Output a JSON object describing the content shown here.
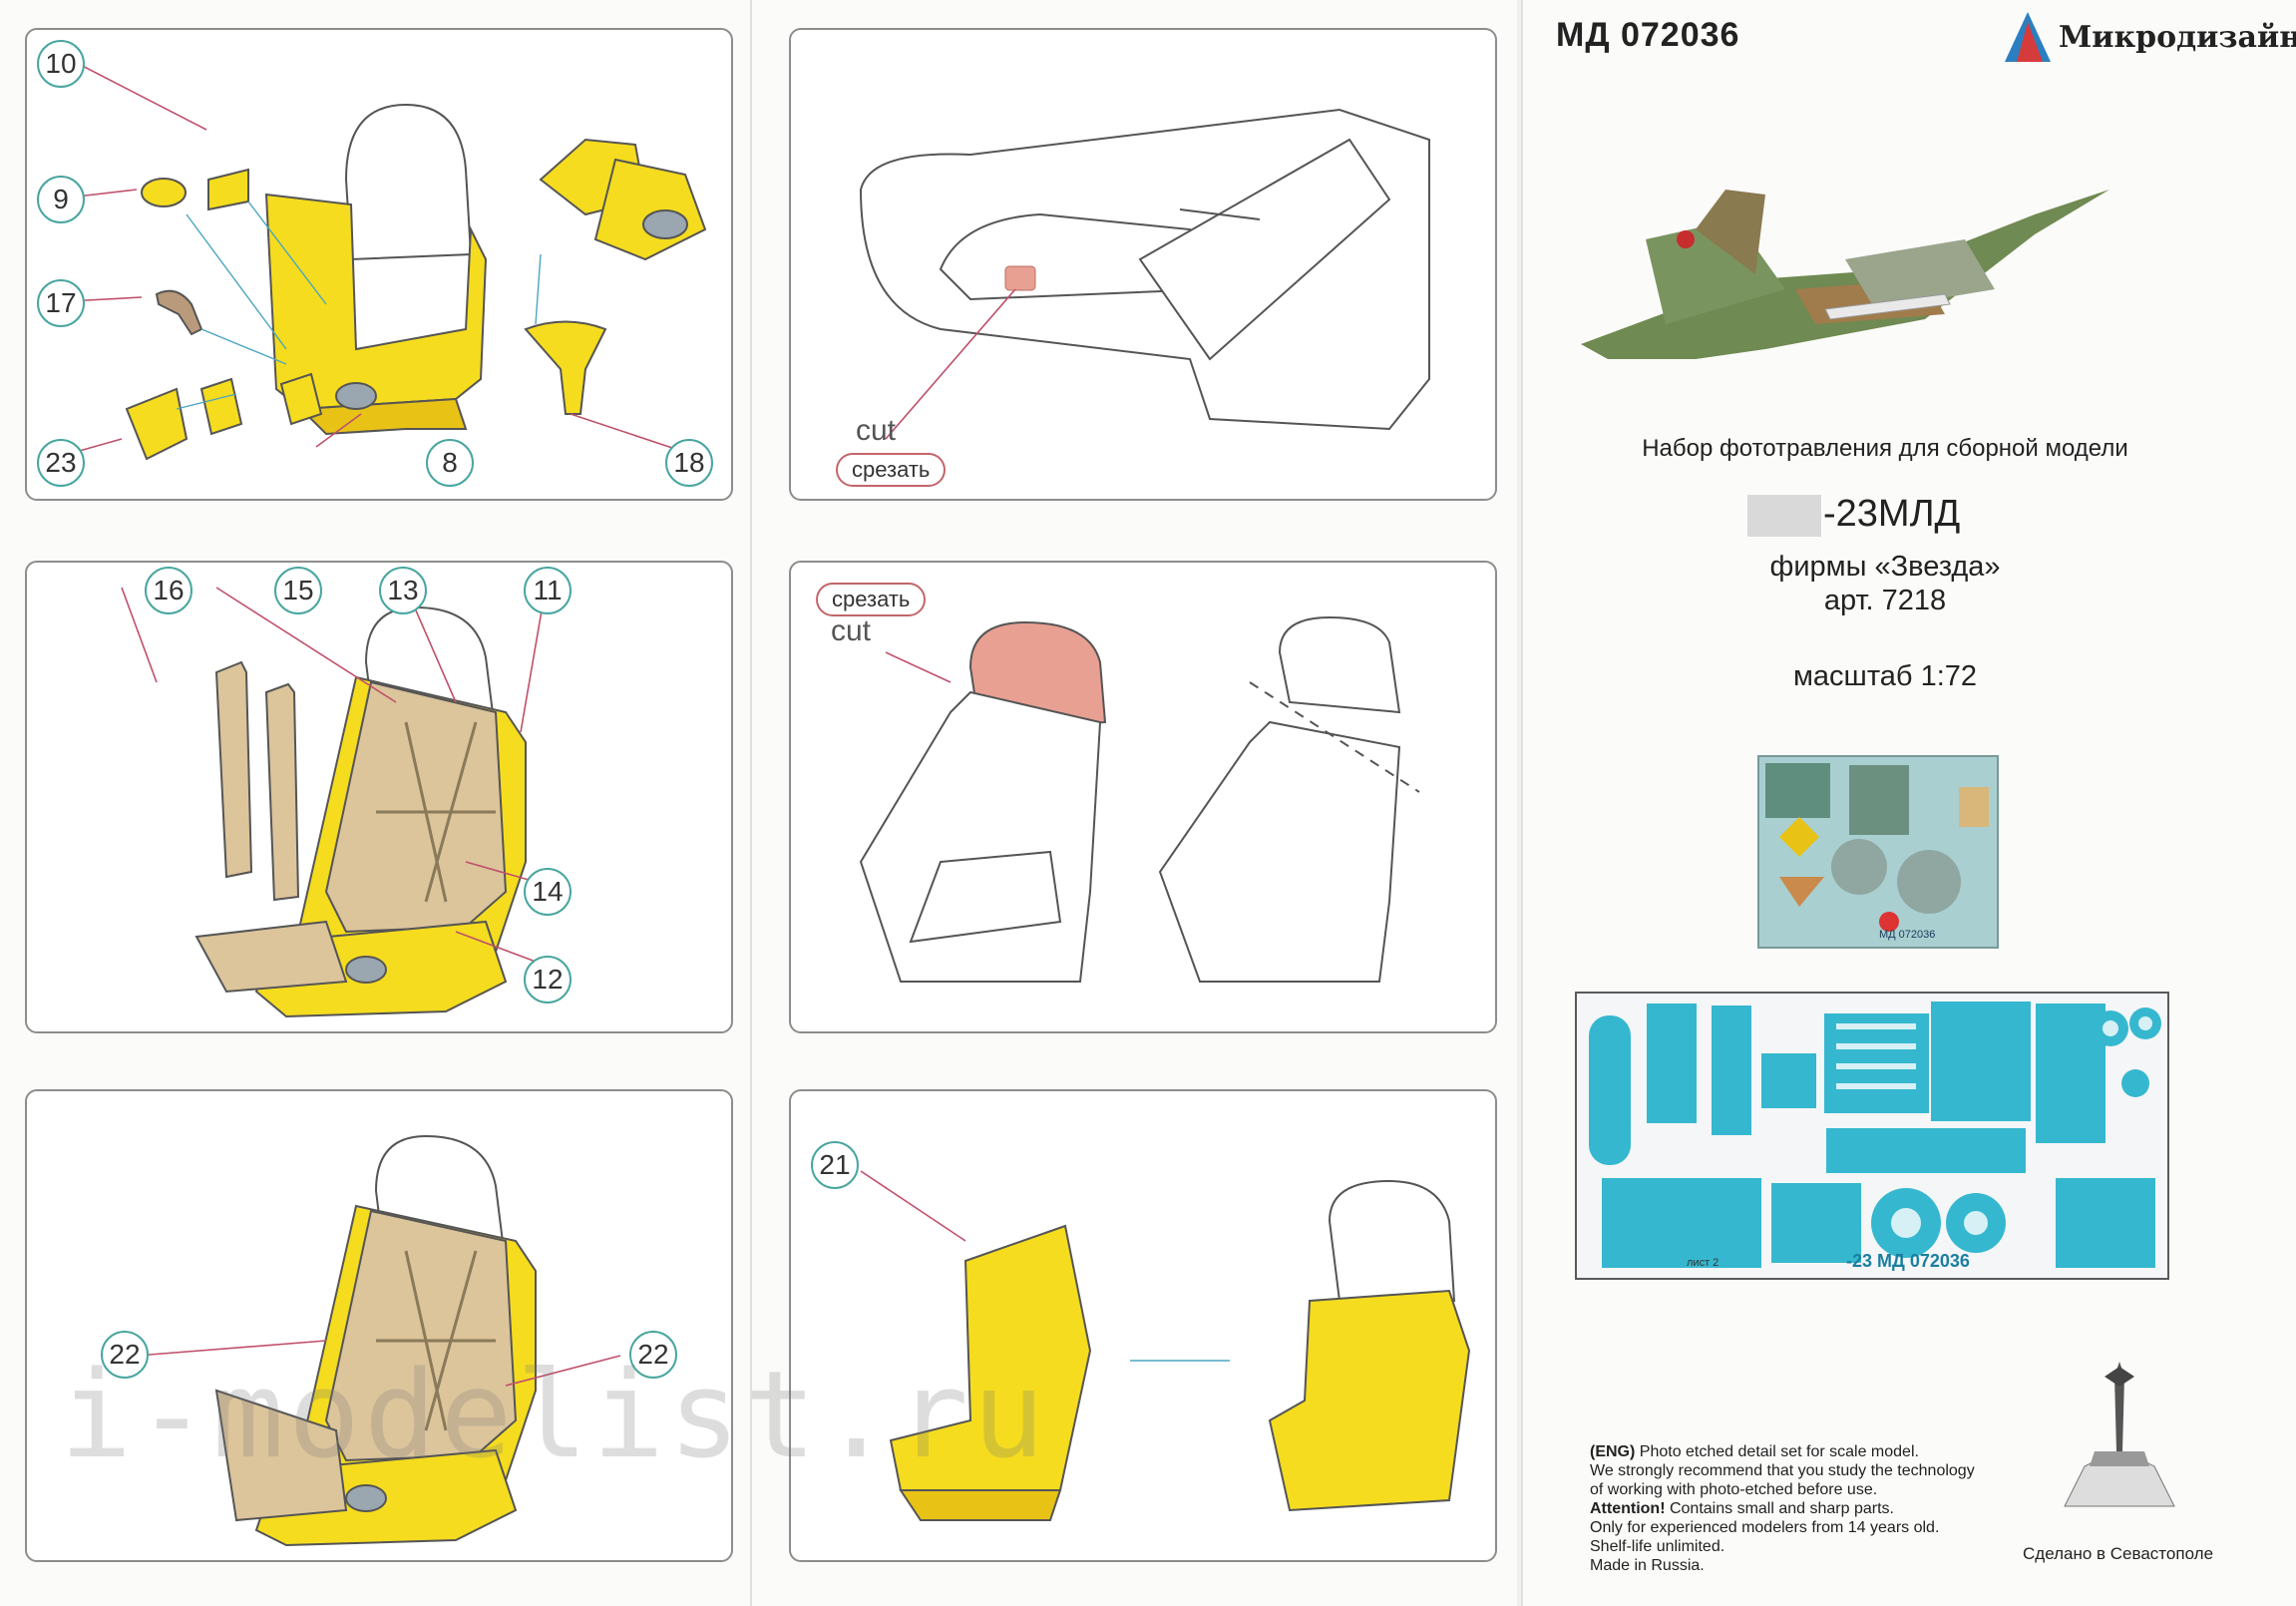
{
  "header": {
    "catalog_no": "МД 072036",
    "brand": "Микродизайн"
  },
  "product": {
    "description": "Набор фототравления для сборной модели",
    "model_name": "-23МЛД",
    "maker": "фирмы «Звезда»",
    "article": "арт. 7218",
    "scale": "масштаб 1:72"
  },
  "fret_labels": {
    "small_code": "МД 072036",
    "large_code": "-23 МД 072036",
    "sheet_note": "лист 2"
  },
  "colors": {
    "seat_yellow": "#f5dc1e",
    "belt_tan": "#dcc49b",
    "cut_red": "#e8a093",
    "fret_cyan": "#35b8cf",
    "callout_teal": "#49a6a0"
  },
  "steps": {
    "step1": {
      "callouts": [
        "10",
        "9",
        "17",
        "23",
        "8",
        "18"
      ]
    },
    "step2": {
      "callouts": [
        "16",
        "15",
        "13",
        "11",
        "14",
        "12"
      ]
    },
    "step3": {
      "callouts": [
        "22",
        "22"
      ]
    },
    "step4": {
      "cut_en": "cut",
      "cut_ru": "срезать"
    },
    "step5": {
      "cut_ru": "срезать",
      "cut_en": "cut"
    },
    "step6": {
      "callouts": [
        "21"
      ]
    }
  },
  "notes": {
    "eng_tag": "(ENG)",
    "line1": " Photo etched detail set for scale model.",
    "line2": "We strongly recommend that you study the technology",
    "line3": "of working with photo-etched before use.",
    "attention": "Attention!",
    "line4": " Contains small and sharp parts.",
    "line5": "Only for experienced modelers from 14 years old.",
    "line6": "Shelf-life unlimited.",
    "line7": "Made in Russia."
  },
  "footer": {
    "made_in": "Сделано в Севастополе",
    "watermark": "i-modelist.ru"
  }
}
